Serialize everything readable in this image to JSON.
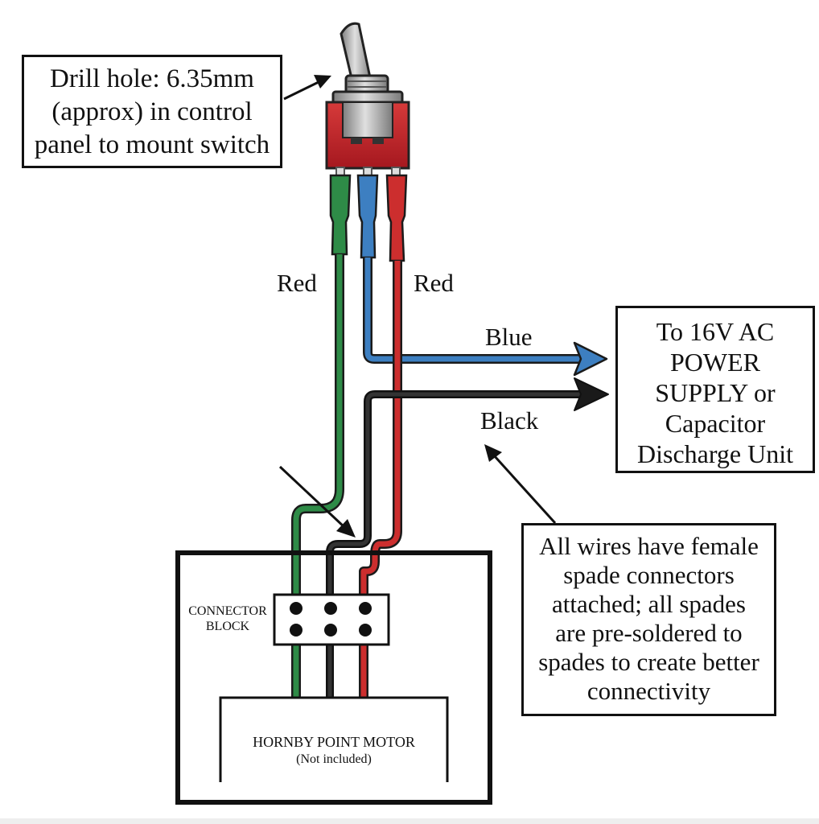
{
  "callouts": {
    "drill_hole": [
      "Drill hole: 6.35mm",
      "(approx) in control",
      "panel to mount switch"
    ],
    "power_supply": [
      "To 16V AC",
      "POWER",
      "SUPPLY or",
      "Capacitor",
      "Discharge Unit"
    ],
    "spade_note": [
      "All wires have female",
      "spade connectors",
      "attached; all spades",
      "are pre-soldered to",
      "spades to create better",
      "connectivity"
    ]
  },
  "wire_labels": {
    "left_red": "Red",
    "right_red": "Red",
    "blue": "Blue",
    "black": "Black"
  },
  "connector_block": [
    "CONNECTOR",
    "BLOCK"
  ],
  "motor": {
    "name": "HORNBY POINT MOTOR",
    "note": "(Not included)"
  },
  "colors": {
    "green_wire": "#2e8b47",
    "blue_wire": "#3d7fc1",
    "red_wire": "#cc2e2e",
    "black_wire": "#1a1a1a",
    "switch_body": "#c0252b",
    "switch_metal": "#a9a9a9"
  }
}
